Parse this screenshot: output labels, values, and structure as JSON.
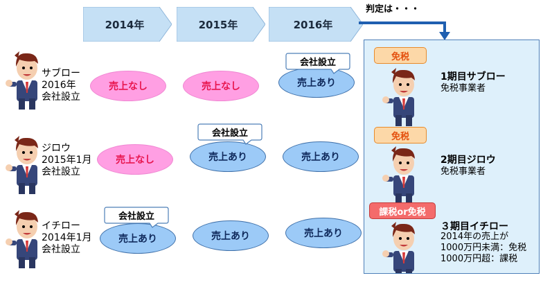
{
  "timeline": {
    "years": [
      "2014年",
      "2015年",
      "2016年"
    ],
    "judgement_label": "判定は・・・"
  },
  "labels": {
    "no_sales": "売上なし",
    "has_sales": "売上あり",
    "founded": "会社設立"
  },
  "rows": [
    {
      "name_lines": [
        "サブロー",
        "2016年",
        "会社設立"
      ],
      "status": [
        "売上なし",
        "売上なし",
        "売上あり"
      ]
    },
    {
      "name_lines": [
        "ジロウ",
        "2015年1月",
        "会社設立"
      ],
      "status": [
        "売上なし",
        "売上あり",
        "売上あり"
      ]
    },
    {
      "name_lines": [
        "イチロー",
        "2014年1月",
        "会社設立"
      ],
      "status": [
        "売上あり",
        "売上あり",
        "売上あり"
      ]
    }
  ],
  "results": [
    {
      "tag": "免税",
      "title": "1期目サブロー",
      "lines": [
        "免税事業者"
      ]
    },
    {
      "tag": "免税",
      "title": "2期目ジロウ",
      "lines": [
        "免税事業者"
      ]
    },
    {
      "tag": "課税or免税",
      "title": "３期目イチロー",
      "lines": [
        "2014年の売上が",
        "1000万円未満：免税",
        "1000万円超：課税"
      ]
    }
  ],
  "colors": {
    "chevron_fill": "#c5e0f5",
    "no_sales_fill": "#ff9fe3",
    "no_sales_text": "#e8164f",
    "sales_fill": "#9ccaf7",
    "panel_fill": "#def0fb",
    "arrow": "#1f5fb0",
    "tag_exempt": "#fcd8a8",
    "tag_taxable": "#f46b6b"
  }
}
